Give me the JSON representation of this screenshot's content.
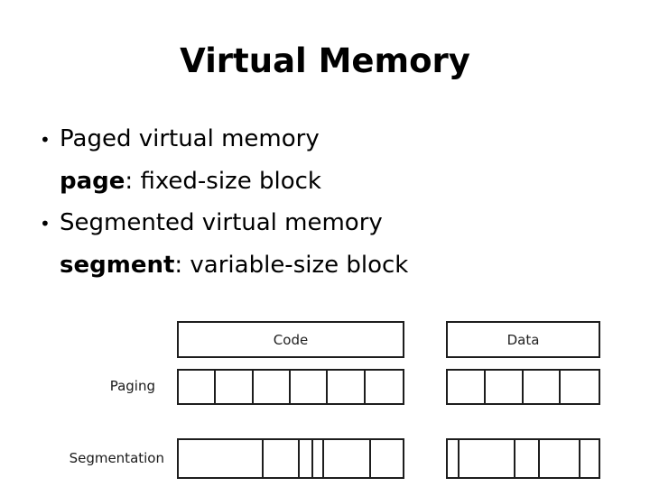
{
  "slide": {
    "title": "Virtual Memory",
    "bullets": [
      {
        "marker": "•",
        "text": "Paged virtual memory",
        "sub": {
          "term": "page",
          "separator": ": ",
          "definition": "fixed-size block"
        }
      },
      {
        "marker": "•",
        "text": "Segmented virtual memory",
        "sub": {
          "term": "segment",
          "separator": ": ",
          "definition": "variable-size block"
        }
      }
    ]
  },
  "diagram": {
    "row_labels": {
      "paging": "Paging",
      "segmentation": "Segmentation"
    },
    "columns": [
      {
        "name": "code",
        "title": "Code"
      },
      {
        "name": "data",
        "title": "Data"
      }
    ],
    "paging": {
      "code_cells": [
        1,
        1,
        1,
        1,
        1,
        1
      ],
      "data_cells": [
        1,
        1,
        1,
        1
      ]
    },
    "segmentation": {
      "code_cells": [
        38,
        16,
        6,
        5,
        21,
        14
      ],
      "data_cells": [
        8,
        37,
        16,
        27,
        12
      ]
    },
    "colors": {
      "line": "#1d1d1d",
      "text": "#1f1f1f",
      "background": "#ffffff"
    }
  }
}
